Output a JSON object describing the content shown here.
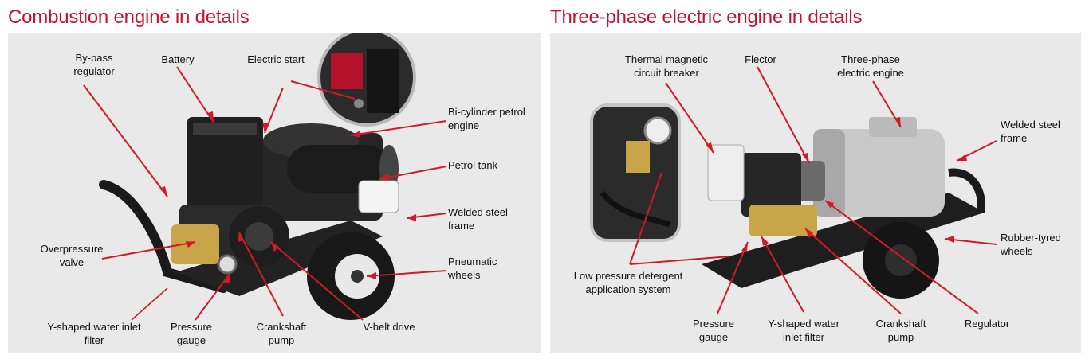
{
  "colors": {
    "accent": "#c8102e",
    "panel": "#e9e9e9",
    "text": "#111111"
  },
  "left": {
    "title": "Combustion engine in details",
    "labels": {
      "bypass": "By-pass\nregulator",
      "battery": "Battery",
      "electric_start": "Electric start",
      "bicylinder": "Bi-cylinder petrol\nengine",
      "petrol_tank": "Petrol tank",
      "welded_frame": "Welded steel\nframe",
      "pneumatic_wheels": "Pneumatic\nwheels",
      "overpressure": "Overpressure\nvalve",
      "y_filter": "Y-shaped water inlet\nfilter",
      "pressure_gauge": "Pressure\ngauge",
      "crankshaft": "Crankshaft\npump",
      "vbelt": "V-belt drive"
    }
  },
  "right": {
    "title": "Three-phase electric engine in details",
    "labels": {
      "thermal": "Thermal magnetic\ncircuit breaker",
      "flector": "Flector",
      "three_phase": "Three-phase\nelectric engine",
      "welded_frame": "Welded steel\nframe",
      "rubber_wheels": "Rubber-tyred\nwheels",
      "low_pressure": "Low pressure detergent\napplication system",
      "pressure_gauge": "Pressure\ngauge",
      "y_filter": "Y-shaped water\ninlet filter",
      "crankshaft": "Crankshaft\npump",
      "regulator": "Regulator"
    }
  }
}
